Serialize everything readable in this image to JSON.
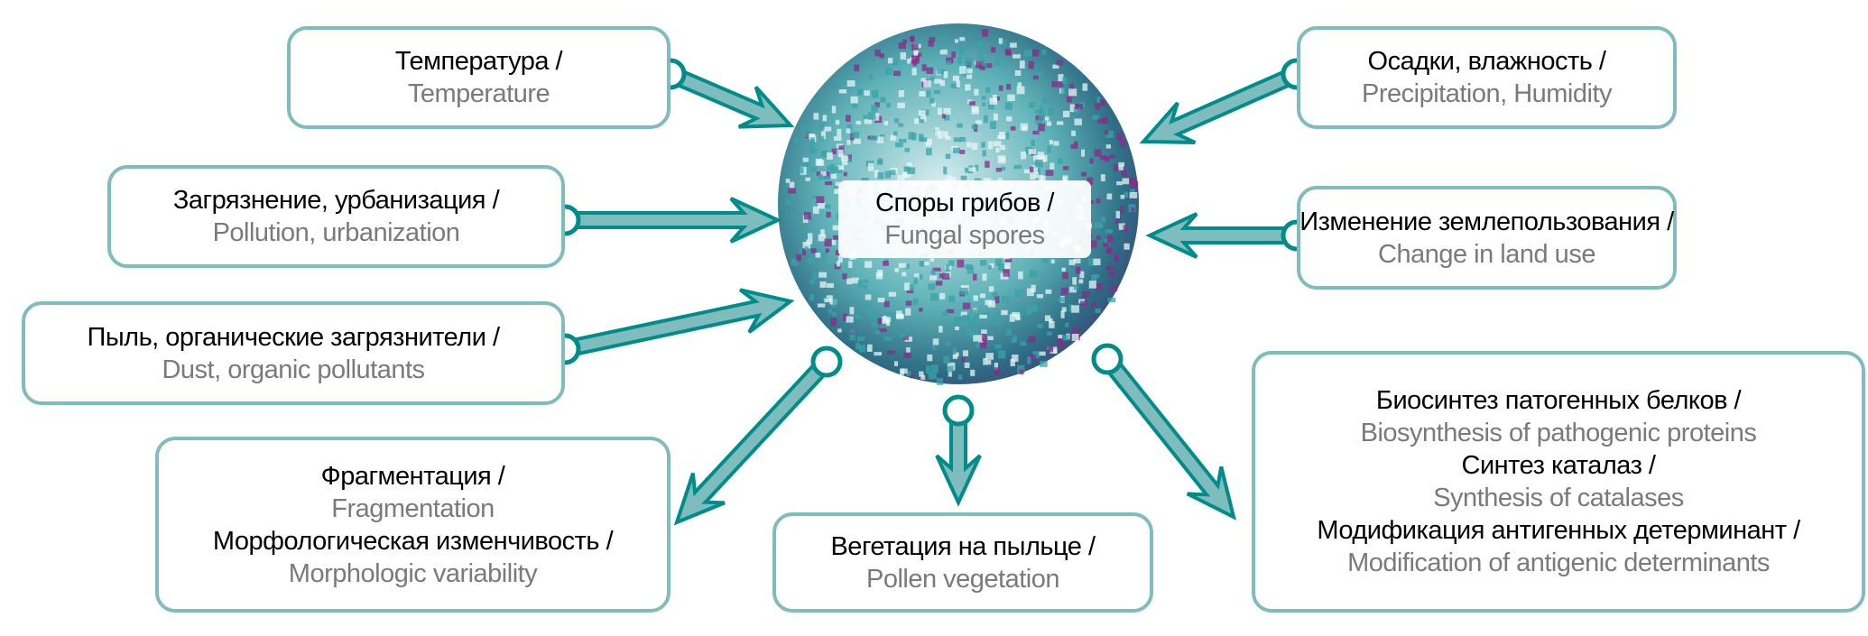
{
  "center": {
    "ru": "Споры грибов /",
    "en": "Fungal spores"
  },
  "factors": [
    {
      "id": "temperature",
      "lines": [
        {
          "ru": "Температура /",
          "en": "Temperature"
        }
      ]
    },
    {
      "id": "pollution",
      "lines": [
        {
          "ru": "Загрязнение, урбанизация /",
          "en": "Pollution, urbanization"
        }
      ]
    },
    {
      "id": "dust",
      "lines": [
        {
          "ru": "Пыль, органические загрязнители /",
          "en": "Dust, organic pollutants"
        }
      ]
    },
    {
      "id": "precipitation",
      "lines": [
        {
          "ru": "Осадки, влажность /",
          "en": "Precipitation, Humidity"
        }
      ]
    },
    {
      "id": "land-use",
      "lines": [
        {
          "ru": "Изменение землепользования /",
          "en": "Change in land use"
        }
      ]
    }
  ],
  "effects": [
    {
      "id": "fragmentation",
      "lines": [
        {
          "ru": "Фрагментация /",
          "en": "Fragmentation"
        },
        {
          "ru": "Морфологическая изменчивость /",
          "en": "Morphologic variability"
        }
      ]
    },
    {
      "id": "pollen",
      "lines": [
        {
          "ru": "Вегетация на пыльце /",
          "en": "Pollen vegetation"
        }
      ]
    },
    {
      "id": "biosynthesis",
      "lines": [
        {
          "ru": "Биосинтез патогенных белков /",
          "en": "Biosynthesis of pathogenic proteins"
        },
        {
          "ru": "Синтез каталаз /",
          "en": "Synthesis of catalases"
        },
        {
          "ru": "Модификация антигенных детерминант /",
          "en": "Modification of antigenic determinants"
        }
      ]
    }
  ],
  "colors": {
    "arrow_fill": "#7fbcbd",
    "arrow_stroke": "#008c8a",
    "box_border": "#7fbcbd",
    "spore_teal": "#3aa3a8",
    "spore_purple": "#8a2a8a"
  }
}
